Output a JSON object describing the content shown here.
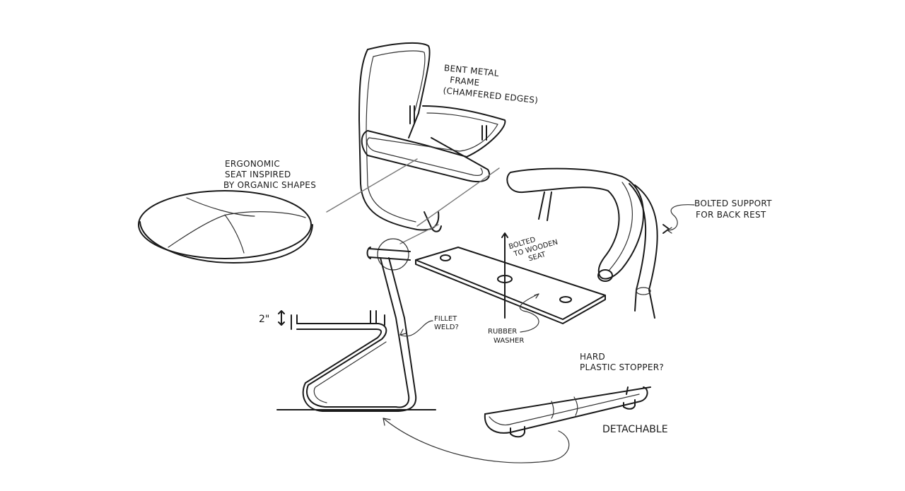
{
  "annotations": {
    "bent_frame": [
      "BENT METAL",
      "FRAME",
      "(CHAMFERED EDGES)"
    ],
    "ergonomic_seat": [
      "ERGONOMIC",
      "SEAT INSPIRED",
      "BY ORGANIC SHAPES"
    ],
    "bolted_support": [
      "BOLTED SUPPORT",
      "FOR BACK REST"
    ],
    "bolted_seat": [
      "BOLTED",
      "TO WOODEN",
      "SEAT"
    ],
    "fillet_weld": [
      "FILLET",
      "WELD?"
    ],
    "rubber_washer": [
      "RUBBER",
      "WASHER"
    ],
    "plastic_stopper": [
      "HARD",
      "PLASTIC STOPPER?"
    ],
    "detachable": "DETACHABLE",
    "dimension": "2\""
  }
}
